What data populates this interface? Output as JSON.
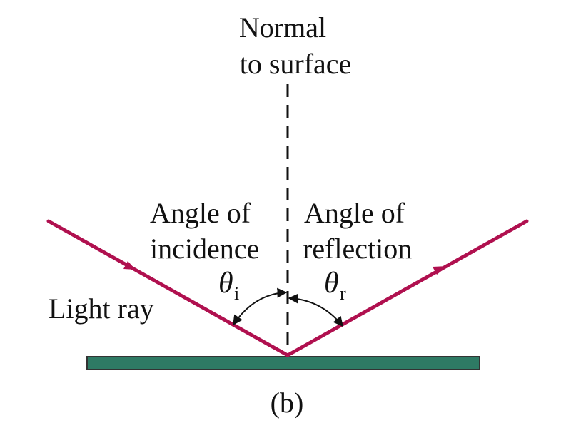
{
  "labels": {
    "normal_line1": "Normal",
    "normal_line2": "to surface",
    "incidence_line1": "Angle of",
    "incidence_line2": "incidence",
    "reflection_line1": "Angle of",
    "reflection_line2": "reflection",
    "light_ray": "Light ray",
    "theta_symbol": "θ",
    "theta_i_sub": "i",
    "theta_r_sub": "r",
    "caption": "(b)"
  },
  "colors": {
    "ray": "#b0104f",
    "surface_fill": "#2e7a64",
    "surface_stroke": "#333333",
    "normal_line": "#111111",
    "text": "#111111"
  }
}
